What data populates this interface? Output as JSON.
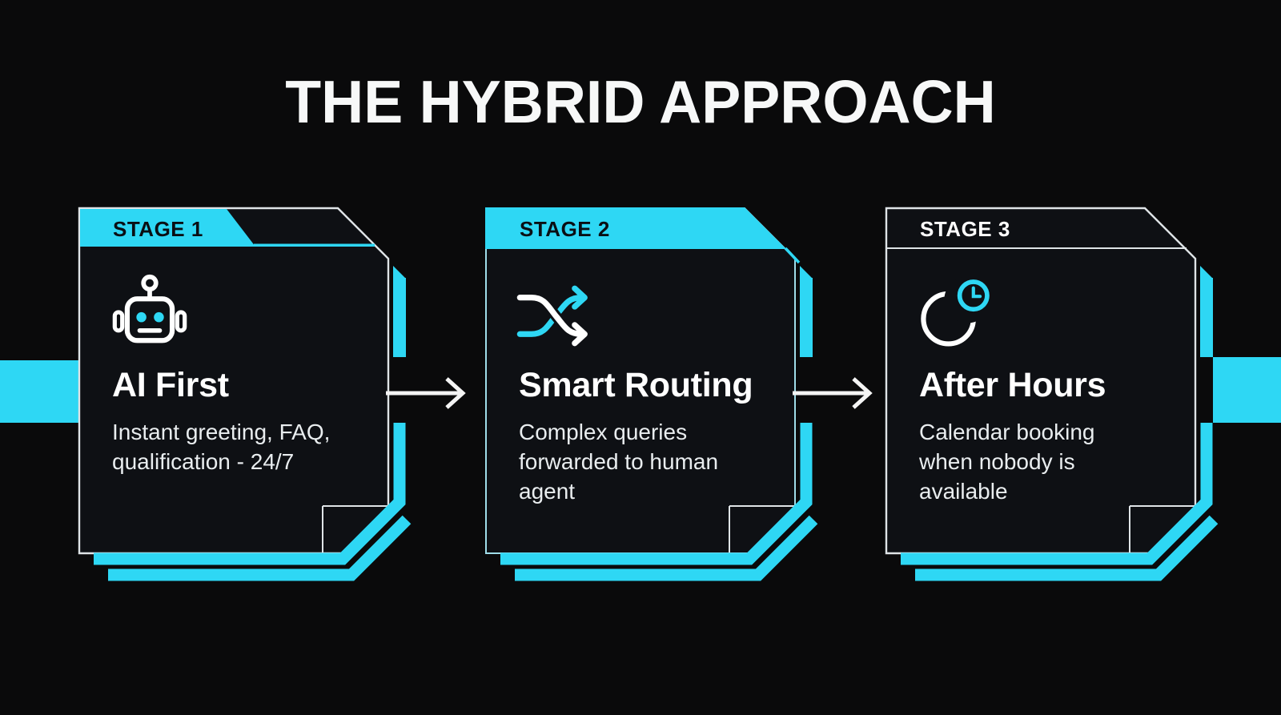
{
  "title": "THE HYBRID APPROACH",
  "colors": {
    "accent": "#2ed7f4",
    "background": "#0a0a0b",
    "card": "#0e1014",
    "label_dark": "#0a0f14",
    "text": "#ffffff"
  },
  "stages": [
    {
      "label": "STAGE 1",
      "heading": "AI First",
      "description": "Instant greeting, FAQ, qualification - 24/7",
      "icon": "robot-icon"
    },
    {
      "label": "STAGE 2",
      "heading": "Smart Routing",
      "description": "Complex queries forwarded to human agent",
      "icon": "shuffle-icon"
    },
    {
      "label": "STAGE 3",
      "heading": "After Hours",
      "description": "Calendar booking when nobody is available",
      "icon": "moon-clock-icon"
    }
  ],
  "connectors": [
    {
      "icon": "arrow-right-icon"
    },
    {
      "icon": "arrow-right-icon"
    }
  ]
}
